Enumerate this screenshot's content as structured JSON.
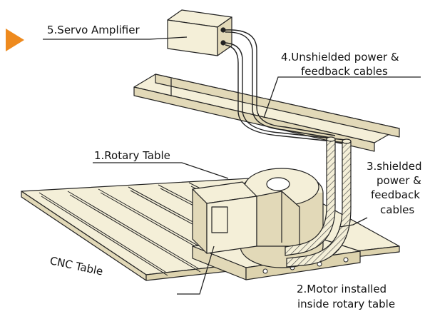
{
  "labels": {
    "servo_amplifier": "5.Servo Amplifier",
    "unshielded_cables_line1": "4.Unshielded power &",
    "unshielded_cables_line2": "feedback cables",
    "rotary_table": "1.Rotary Table",
    "shielded_cables_line1": "3.shielded",
    "shielded_cables_line2": "power &",
    "shielded_cables_line3": "feedback",
    "shielded_cables_line4": "cables",
    "cnc_table": "CNC Table",
    "motor_line1": "2.Motor installed",
    "motor_line2": "inside rotary table"
  },
  "colors": {
    "fill": "#f4efd8",
    "fill_dark": "#e2d9b8",
    "stroke": "#222222",
    "accent_arrow": "#ee8a1e",
    "background": "#ffffff"
  },
  "icons": {
    "pointer_arrow": "orange-triangle"
  }
}
